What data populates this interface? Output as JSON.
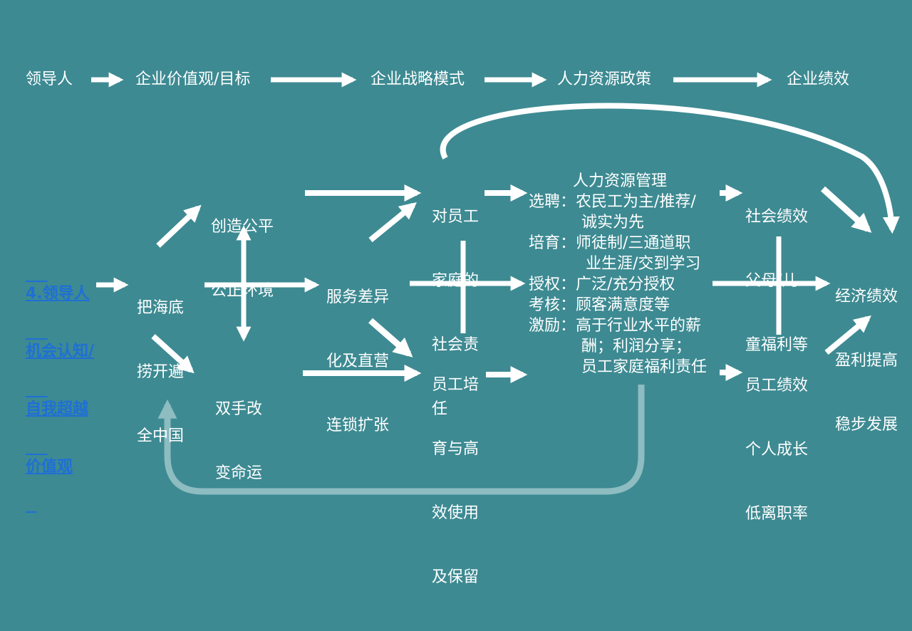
{
  "colors": {
    "background": "#3d8a92",
    "text": "#ffffff",
    "link": "#1f6fd6",
    "loop_arrow": "#8dbcc1"
  },
  "top_chain": {
    "leader": "领导人",
    "values": "企业价值观/目标",
    "strategy": "企业战略模式",
    "hr_policy": "人力资源政策",
    "performance": "企业绩效"
  },
  "nodes": {
    "leader_link": {
      "line1": "4.领导人",
      "line2": "机会认知/",
      "line3": "自我超越",
      "line4": "价值观"
    },
    "bahaidi": {
      "line1": "把海底",
      "line2": "捞开遍",
      "line3": "全中国"
    },
    "fair_env": {
      "line1": "创造公平",
      "line2": "公正环境"
    },
    "change_fate": {
      "line1": "双手改",
      "line2": "变命运"
    },
    "differentiation": {
      "line1": "服务差异",
      "line2": "化及直营",
      "line3": "连锁扩张"
    },
    "family_resp": {
      "line1": "对员工",
      "line2": "家庭的",
      "line3": "社会责",
      "line4": "任"
    },
    "training_use": {
      "line1": "员工培",
      "line2": "育与高",
      "line3": "效使用",
      "line4": "及保留"
    },
    "hr_management": {
      "title": "人力资源管理",
      "recruit": "选聘：农民工为主/推荐/",
      "recruit_cont": "诚实为先",
      "train": "培育：师徒制/三通道职",
      "train_cont": "业生涯/交到学习",
      "authorize": "授权：广泛/充分授权",
      "assess": "考核：顾客满意度等",
      "incentive": "激励：高于行业水平的薪",
      "incentive_cont2": "酬；利润分享；",
      "incentive_cont3": "员工家庭福利责任"
    },
    "social_perf": {
      "line1": "社会绩效",
      "line2": "父母/儿",
      "line3": "童福利等"
    },
    "employee_perf": {
      "line1": "员工绩效",
      "line2": "个人成长",
      "line3": "低离职率"
    },
    "economic_perf": {
      "line1": "经济绩效",
      "line2": "盈利提高",
      "line3": "稳步发展"
    }
  }
}
